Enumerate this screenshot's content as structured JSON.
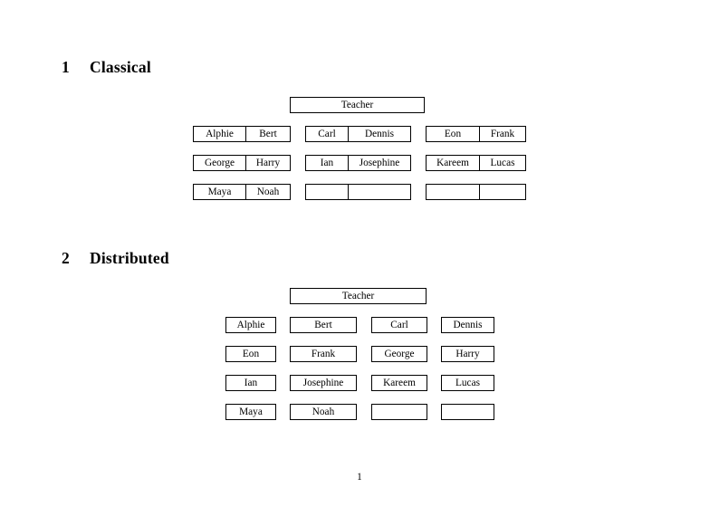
{
  "document": {
    "page_number": "1"
  },
  "sections": [
    {
      "number": "1",
      "title": "Classical",
      "root": {
        "label": "Teacher"
      },
      "groups_rows": [
        [
          {
            "left": "Alphie",
            "right": "Bert"
          },
          {
            "left": "Carl",
            "right": "Dennis"
          },
          {
            "left": "Eon",
            "right": "Frank"
          }
        ],
        [
          {
            "left": "George",
            "right": "Harry"
          },
          {
            "left": "Ian",
            "right": "Josephine"
          },
          {
            "left": "Kareem",
            "right": "Lucas"
          }
        ],
        [
          {
            "left": "Maya",
            "right": "Noah"
          },
          {
            "left": "",
            "right": ""
          },
          {
            "left": "",
            "right": ""
          }
        ]
      ]
    },
    {
      "number": "2",
      "title": "Distributed",
      "root": {
        "label": "Teacher"
      },
      "rows": [
        [
          "Alphie",
          "Bert",
          "Carl",
          "Dennis"
        ],
        [
          "Eon",
          "Frank",
          "George",
          "Harry"
        ],
        [
          "Ian",
          "Josephine",
          "Kareem",
          "Lucas"
        ],
        [
          "Maya",
          "Noah",
          "",
          ""
        ]
      ]
    }
  ]
}
